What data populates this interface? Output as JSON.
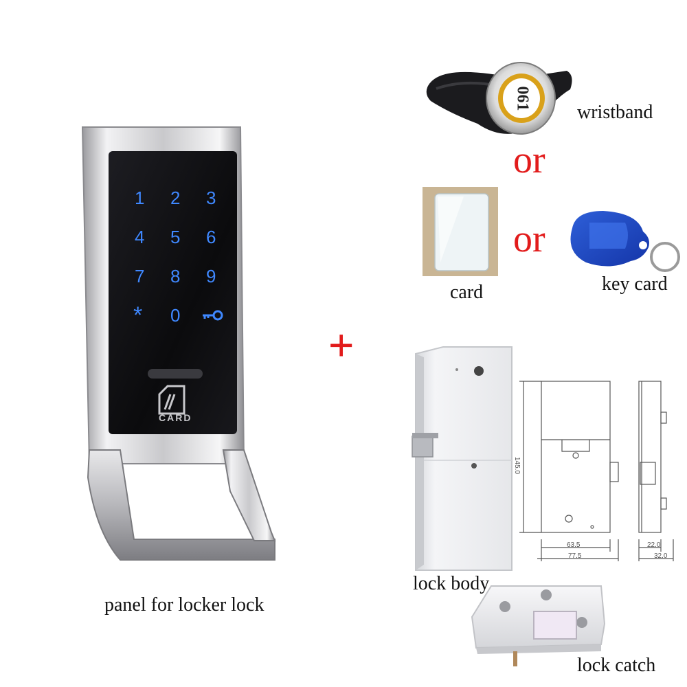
{
  "labels": {
    "wristband": "wristband",
    "or_1": "or",
    "or_2": "or",
    "card": "card",
    "key_card": "key card",
    "plus": "+",
    "lock_body": "lock body",
    "lock_catch": "lock catch",
    "panel": "panel for locker lock"
  },
  "keypad": {
    "keys": [
      "1",
      "2",
      "3",
      "4",
      "5",
      "6",
      "7",
      "8",
      "9",
      "*",
      "0"
    ],
    "card_text": "CARD"
  },
  "wristband_number": "061",
  "diagram": {
    "height_dim": "145.0",
    "width_dim_inner": "63.5",
    "width_dim_outer": "77.5",
    "depth_dim_inner": "22.0",
    "depth_dim_outer": "32.0"
  },
  "colors": {
    "accent_red": "#e21b1b",
    "key_blue": "#2f7bff",
    "panel_black": "#0b0b0d"
  }
}
